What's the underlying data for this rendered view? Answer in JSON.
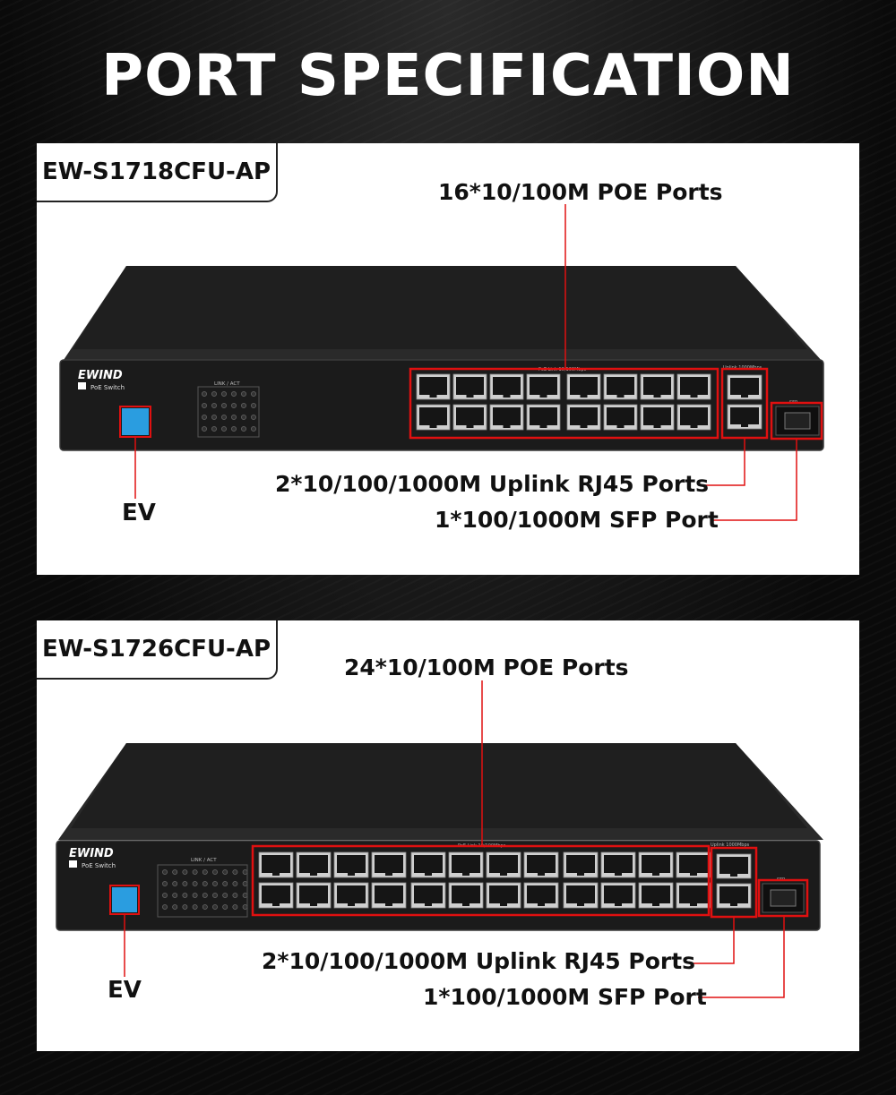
{
  "title": "PORT SPECIFICATION",
  "products": [
    {
      "model": "EW-S1718CFU-AP",
      "poe_ports_label": "16*10/100M POE Ports",
      "uplink_label": "2*10/100/1000M Uplink RJ45 Ports",
      "sfp_label": "1*100/1000M SFP Port",
      "ev_label": "EV",
      "brand": "EWIND",
      "subtitle": "PoE Switch",
      "led_header": "LINK / ACT",
      "poe_header": "PoE Link 10/100Mbps",
      "uplink_header": "Uplink 1000Mbps",
      "sfp_header": "SFP",
      "poe_count": 16
    },
    {
      "model": "EW-S1726CFU-AP",
      "poe_ports_label": "24*10/100M POE Ports",
      "uplink_label": "2*10/100/1000M Uplink RJ45 Ports",
      "sfp_label": "1*100/1000M SFP Port",
      "ev_label": "EV",
      "brand": "EWIND",
      "subtitle": "PoE Switch",
      "led_header": "LINK / ACT",
      "poe_header": "PoE Link 10/100Mbps",
      "uplink_header": "Uplink 1000Mbps",
      "sfp_header": "SFP",
      "poe_count": 24
    }
  ],
  "colors": {
    "highlight": "#e01010",
    "dip": "#2a9de0"
  }
}
